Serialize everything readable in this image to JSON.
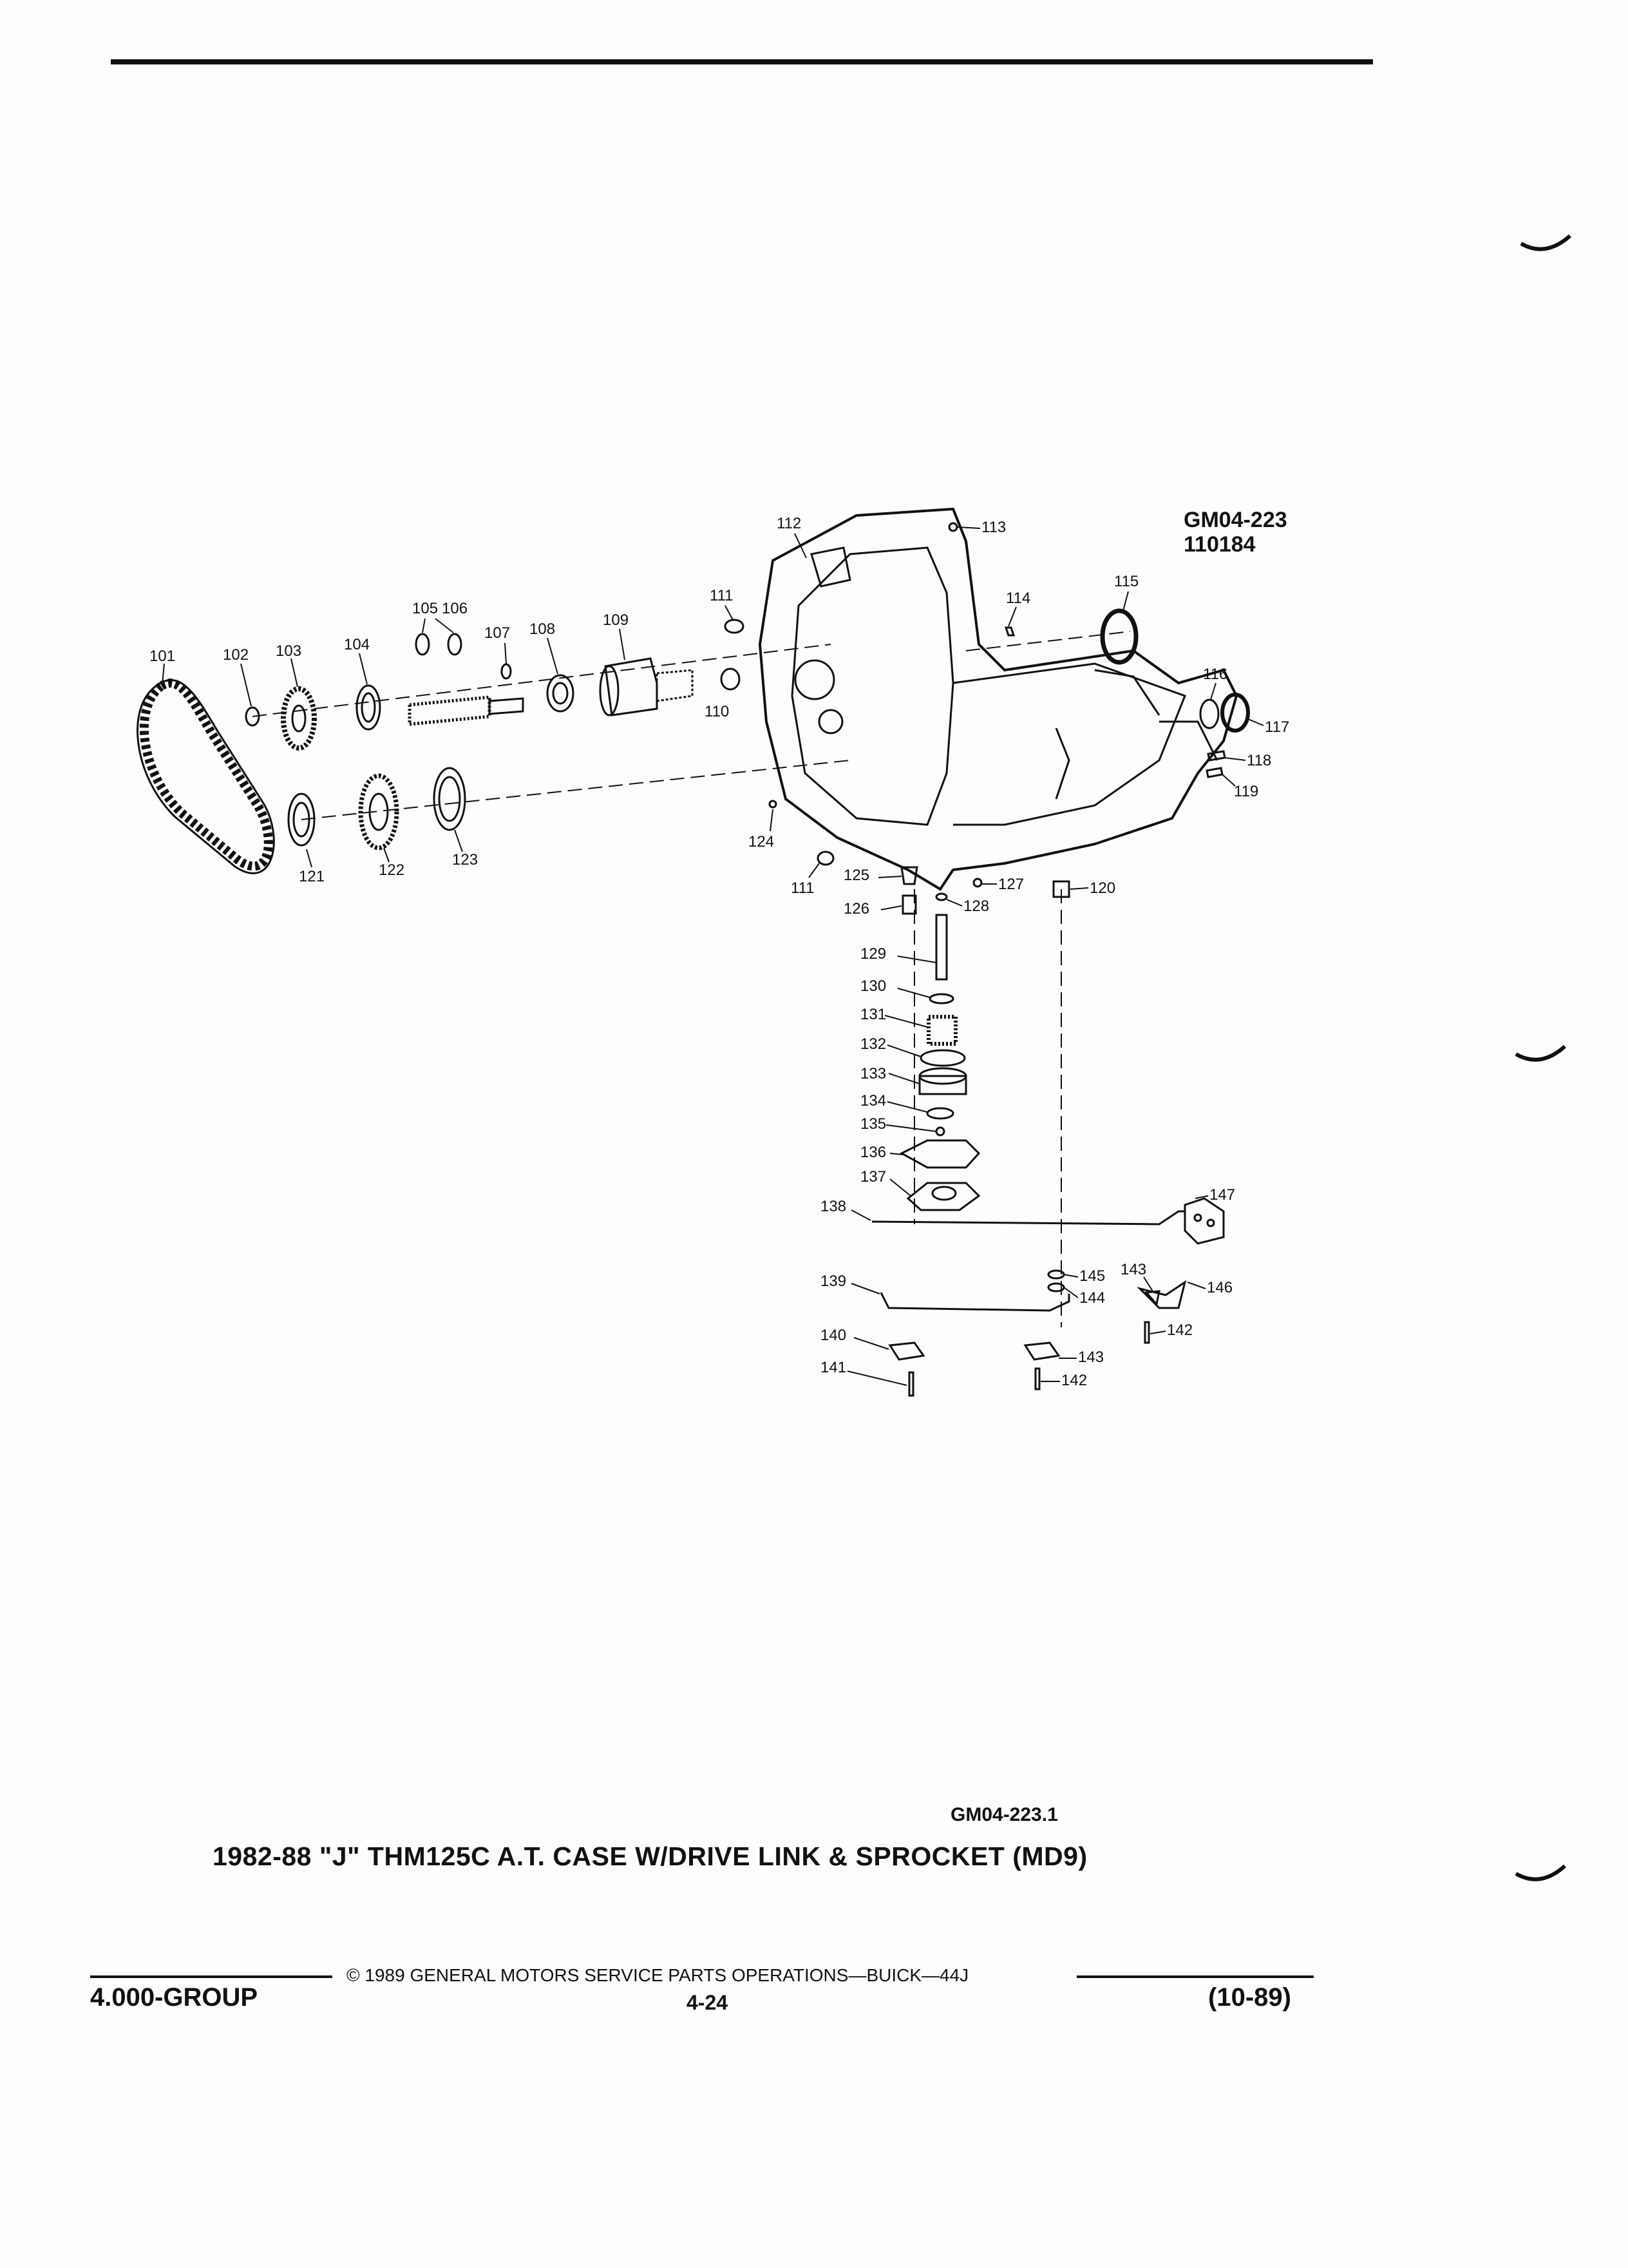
{
  "figure": {
    "code_top": "GM04-223",
    "code_number": "110184",
    "code_bottom": "GM04-223.1",
    "title": "1982-88 \"J\" THM125C A.T. CASE W/DRIVE LINK & SPROCKET (MD9)"
  },
  "footer": {
    "group": "4.000-GROUP",
    "copyright": "© 1989 GENERAL MOTORS SERVICE PARTS OPERATIONS—BUICK—44J",
    "page": "4-24",
    "date": "(10-89)"
  },
  "callouts": [
    {
      "id": "c101",
      "text": "101"
    },
    {
      "id": "c102",
      "text": "102"
    },
    {
      "id": "c103",
      "text": "103"
    },
    {
      "id": "c104",
      "text": "104"
    },
    {
      "id": "c105",
      "text": "105"
    },
    {
      "id": "c106",
      "text": "106"
    },
    {
      "id": "c107",
      "text": "107"
    },
    {
      "id": "c108",
      "text": "108"
    },
    {
      "id": "c109",
      "text": "109"
    },
    {
      "id": "c110",
      "text": "110"
    },
    {
      "id": "c111a",
      "text": "111"
    },
    {
      "id": "c111b",
      "text": "111"
    },
    {
      "id": "c112",
      "text": "112"
    },
    {
      "id": "c113",
      "text": "113"
    },
    {
      "id": "c114",
      "text": "114"
    },
    {
      "id": "c115",
      "text": "115"
    },
    {
      "id": "c116",
      "text": "116"
    },
    {
      "id": "c117",
      "text": "117"
    },
    {
      "id": "c118",
      "text": "118"
    },
    {
      "id": "c119",
      "text": "119"
    },
    {
      "id": "c120",
      "text": "120"
    },
    {
      "id": "c121",
      "text": "121"
    },
    {
      "id": "c122",
      "text": "122"
    },
    {
      "id": "c123",
      "text": "123"
    },
    {
      "id": "c124",
      "text": "124"
    },
    {
      "id": "c125",
      "text": "125"
    },
    {
      "id": "c126",
      "text": "126"
    },
    {
      "id": "c127",
      "text": "127"
    },
    {
      "id": "c128",
      "text": "128"
    },
    {
      "id": "c129",
      "text": "129"
    },
    {
      "id": "c130",
      "text": "130"
    },
    {
      "id": "c131",
      "text": "131"
    },
    {
      "id": "c132",
      "text": "132"
    },
    {
      "id": "c133",
      "text": "133"
    },
    {
      "id": "c134",
      "text": "134"
    },
    {
      "id": "c135",
      "text": "135"
    },
    {
      "id": "c136",
      "text": "136"
    },
    {
      "id": "c137",
      "text": "137"
    },
    {
      "id": "c138",
      "text": "138"
    },
    {
      "id": "c139",
      "text": "139"
    },
    {
      "id": "c140",
      "text": "140"
    },
    {
      "id": "c141",
      "text": "141"
    },
    {
      "id": "c142a",
      "text": "142"
    },
    {
      "id": "c142b",
      "text": "142"
    },
    {
      "id": "c143a",
      "text": "143"
    },
    {
      "id": "c143b",
      "text": "143"
    },
    {
      "id": "c144",
      "text": "144"
    },
    {
      "id": "c145",
      "text": "145"
    },
    {
      "id": "c146",
      "text": "146"
    },
    {
      "id": "c147",
      "text": "147"
    }
  ]
}
